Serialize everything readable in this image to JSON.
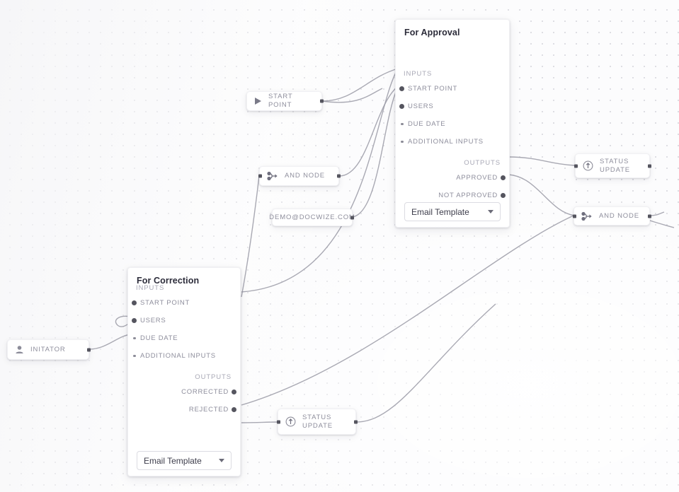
{
  "canvas": {
    "background_color": "#fcfcfd",
    "grid_dot_color": "#d9d9de",
    "edge_color": "#9a9aa6"
  },
  "panels": [
    {
      "id": "for-approval",
      "title": "For Approval",
      "inputs_label": "INPUTS",
      "outputs_label": "OUTPUTS",
      "inputs": [
        {
          "label": "START POINT",
          "connected": true
        },
        {
          "label": "USERS",
          "connected": true
        },
        {
          "label": "DUE DATE",
          "connected": false
        },
        {
          "label": "ADDITIONAL INPUTS",
          "connected": false
        }
      ],
      "outputs": [
        {
          "label": "APPROVED",
          "connected": true
        },
        {
          "label": "NOT APPROVED",
          "connected": true
        }
      ],
      "template_select": {
        "value": "Email Template",
        "icon": "chevron-down-icon"
      }
    },
    {
      "id": "for-correction",
      "title": "For Correction",
      "inputs_label": "INPUTS",
      "outputs_label": "OUTPUTS",
      "inputs": [
        {
          "label": "START POINT",
          "connected": true
        },
        {
          "label": "USERS",
          "connected": true
        },
        {
          "label": "DUE DATE",
          "connected": false
        },
        {
          "label": "ADDITIONAL INPUTS",
          "connected": false
        }
      ],
      "outputs": [
        {
          "label": "CORRECTED",
          "connected": true
        },
        {
          "label": "REJECTED",
          "connected": true
        }
      ],
      "template_select": {
        "value": "Email Template",
        "icon": "chevron-down-icon"
      }
    }
  ],
  "nodes": [
    {
      "id": "start-point",
      "label": "START POINT",
      "icon": "play-icon"
    },
    {
      "id": "and-node-left",
      "label": "AND NODE",
      "icon": "merge-icon"
    },
    {
      "id": "email-recipient",
      "label": "DEMO@DOCWIZE.COM",
      "icon": "none"
    },
    {
      "id": "status-update-top",
      "label": "STATUS\nUPDATE",
      "icon": "arrow-up-circle-icon"
    },
    {
      "id": "and-node-right",
      "label": "AND NODE",
      "icon": "merge-icon"
    },
    {
      "id": "status-update-bottom",
      "label": "STATUS\nUPDATE",
      "icon": "arrow-up-circle-icon"
    },
    {
      "id": "initiator",
      "label": "INITATOR",
      "icon": "person-icon"
    }
  ]
}
